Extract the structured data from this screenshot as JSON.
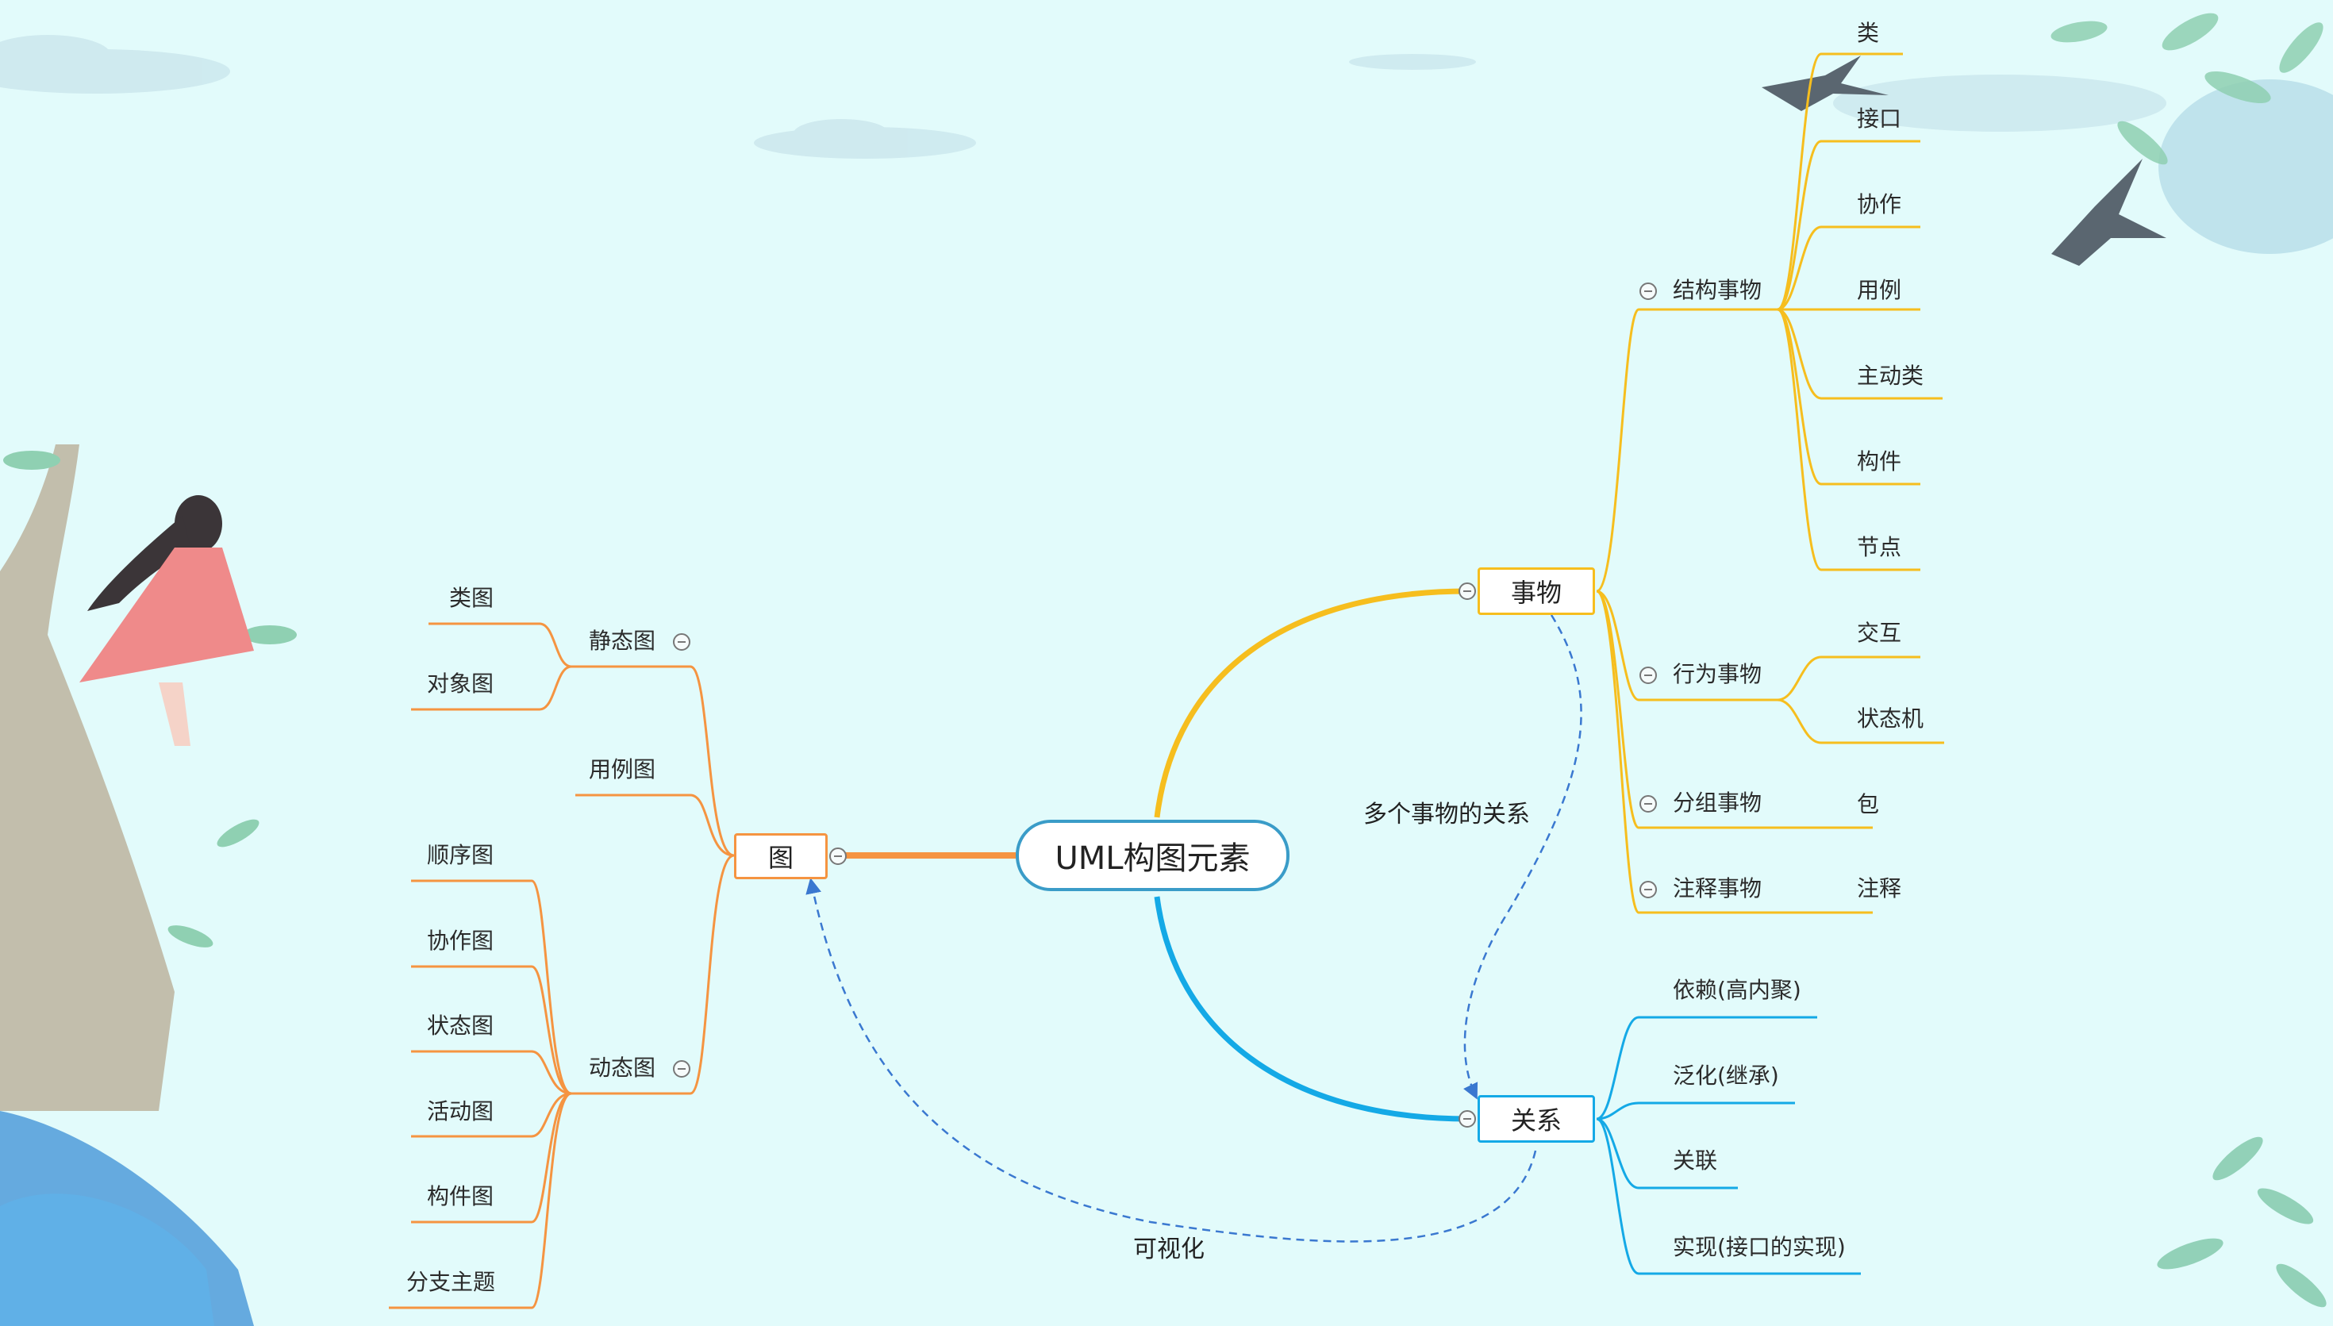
{
  "root": {
    "label": "UML构图元素"
  },
  "colors": {
    "things": "#f6be1e",
    "relations": "#14a9e6",
    "diagrams": "#f59441",
    "root_border": "#3a9cc8",
    "arrow": "#3a78d0"
  },
  "things": {
    "label": "事物",
    "groups": [
      {
        "label": "结构事物",
        "items": [
          "类",
          "接口",
          "协作",
          "用例",
          "主动类",
          "构件",
          "节点"
        ]
      },
      {
        "label": "行为事物",
        "items": [
          "交互",
          "状态机"
        ]
      },
      {
        "label": "分组事物",
        "items": [
          "包"
        ]
      },
      {
        "label": "注释事物",
        "items": [
          "注释"
        ]
      }
    ]
  },
  "relations": {
    "label": "关系",
    "items": [
      "依赖(高内聚)",
      "泛化(继承)",
      "关联",
      "实现(接口的实现)"
    ]
  },
  "diagrams": {
    "label": "图",
    "groups": [
      {
        "label": "静态图",
        "items": [
          "类图",
          "对象图"
        ]
      },
      {
        "label": "用例图",
        "items": []
      },
      {
        "label": "动态图",
        "items": [
          "顺序图",
          "协作图",
          "状态图",
          "活动图",
          "构件图",
          "分支主题"
        ]
      }
    ]
  },
  "links": [
    {
      "label": "多个事物的关系"
    },
    {
      "label": "可视化"
    }
  ]
}
